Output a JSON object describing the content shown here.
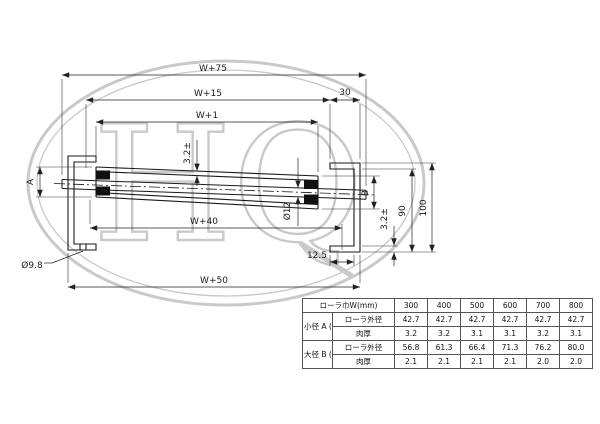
{
  "drawing": {
    "dimensions": {
      "overall_width_top": "W+75",
      "width_mid": "W+15",
      "flange_width": "30",
      "tube_length": "W+1",
      "wall_thickness_top": "3.2±",
      "small_end_dia": "A",
      "large_end_dia": "B",
      "shaft_dia": "Ø12",
      "bracket_inner_height": "90",
      "bracket_outer_height": "100",
      "wall_thickness_right": "3.2±",
      "width_between_brackets": "W+40",
      "foot_width": "12.5",
      "overall_width_bottom": "W+50",
      "mount_hole_dia": "Ø9.8"
    },
    "watermark_text": "HQ",
    "colors": {
      "line": "#1a1a1a",
      "watermark": "#c9c9c9"
    }
  },
  "table": {
    "header_label": "ローラ巾W(mm)",
    "widths": [
      "300",
      "400",
      "500",
      "600",
      "700",
      "800"
    ],
    "groups": [
      {
        "label": "小径 A (mm)",
        "rows": [
          {
            "label": "ローラ外径",
            "values": [
              "42.7",
              "42.7",
              "42.7",
              "42.7",
              "42.7",
              "42.7"
            ]
          },
          {
            "label": "肉厚",
            "values": [
              "3.2",
              "3.2",
              "3.1",
              "3.1",
              "3.2",
              "3.1"
            ]
          }
        ]
      },
      {
        "label": "大径 B (mm)",
        "rows": [
          {
            "label": "ローラ外径",
            "values": [
              "56.8",
              "61.3",
              "66.4",
              "71.3",
              "76.2",
              "80.0"
            ]
          },
          {
            "label": "肉厚",
            "values": [
              "2.1",
              "2.1",
              "2.1",
              "2.1",
              "2.0",
              "2.0"
            ]
          }
        ]
      }
    ]
  }
}
